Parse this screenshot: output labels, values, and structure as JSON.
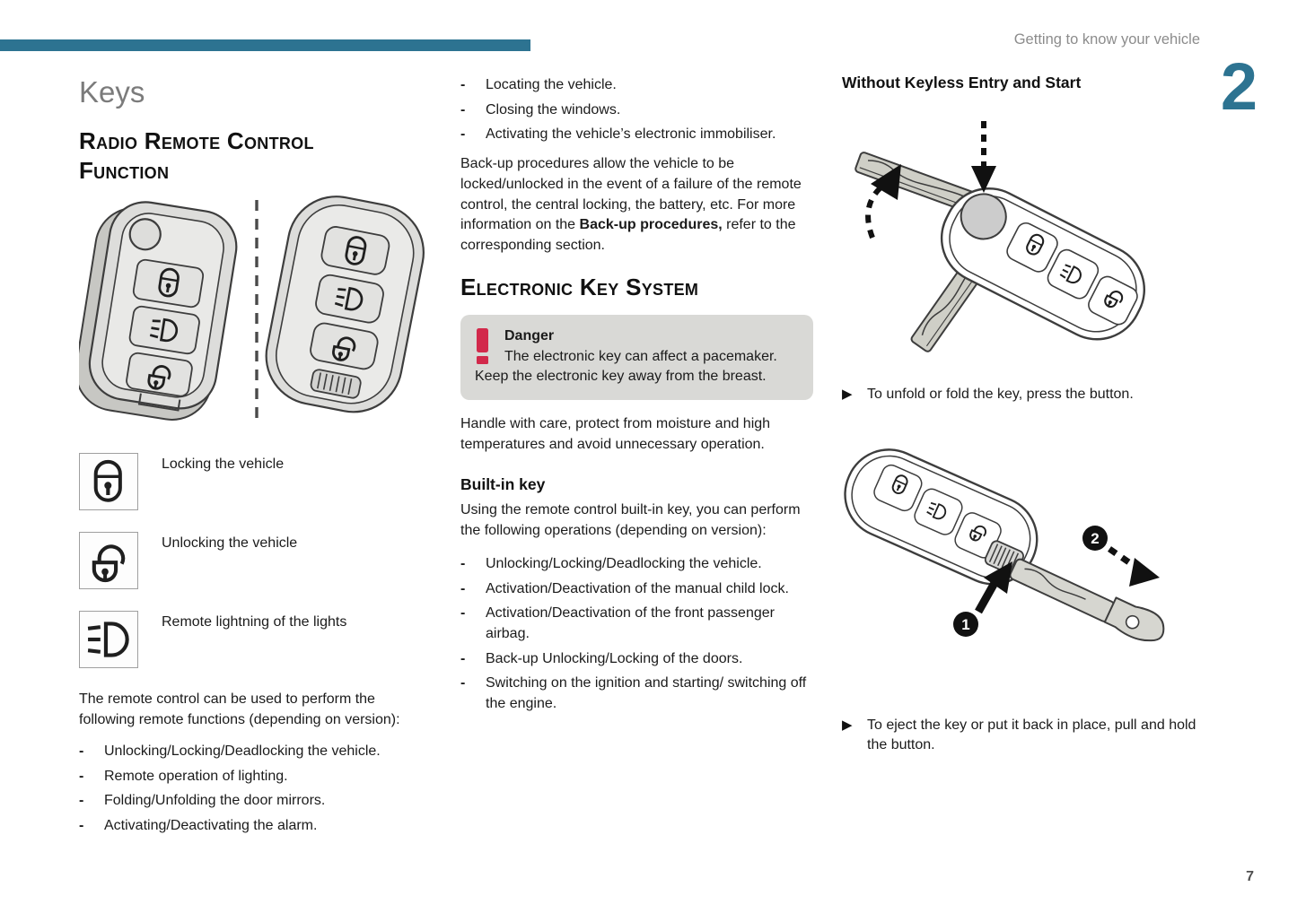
{
  "page": {
    "header": "Getting to know your vehicle",
    "chapter_number": "2",
    "page_number": "7"
  },
  "icons": {
    "bullet_dash": "-",
    "arrow_bullet": "▶"
  },
  "colors": {
    "accent_teal": "#2d7391",
    "danger_red": "#d2294b",
    "danger_box_gray": "#d9d9d6"
  },
  "left_column": {
    "title": "Keys",
    "section_heading": "Radio Remote Control Function",
    "icon_rows": [
      {
        "icon": "lock-closed-icon",
        "label": "Locking the vehicle"
      },
      {
        "icon": "lock-open-icon",
        "label": "Unlocking the vehicle"
      },
      {
        "icon": "headlight-icon",
        "label": "Remote lightning of the lights"
      }
    ],
    "intro": "The remote control can be used to perform the following remote functions (depending on version):",
    "bullets": [
      "Unlocking/Locking/Deadlocking the vehicle.",
      "Remote operation of lighting.",
      "Folding/Unfolding the door mirrors.",
      "Activating/Deactivating the alarm."
    ]
  },
  "middle_column": {
    "bullets_top": [
      "Locating the vehicle.",
      "Closing the windows.",
      "Activating the vehicle’s electronic immobiliser."
    ],
    "backup_paragraph": {
      "part1": "Back-up procedures allow the vehicle to be locked/unlocked in the event of a failure of the remote control, the central locking, the battery, etc. For more information on the ",
      "bold": "Back-up procedures,",
      "part2": " refer to the corresponding section."
    },
    "section_heading": "Electronic Key System",
    "danger_box": {
      "title": "Danger",
      "line1": "The electronic key can affect a pacemaker.",
      "line2": "Keep the electronic key away from the breast."
    },
    "handle_text": "Handle with care, protect from moisture and high temperatures and avoid unnecessary operation.",
    "subheading": "Built-in key",
    "builtin_intro": "Using the remote control built-in key, you can perform the following operations (depending on version):",
    "bullets": [
      "Unlocking/Locking/Deadlocking the vehicle.",
      "Activation/Deactivation of the manual child lock.",
      "Activation/Deactivation of the front passenger airbag.",
      "Back-up Unlocking/Locking of the doors.",
      "Switching on the ignition and starting/ switching off the engine."
    ]
  },
  "right_column": {
    "heading": "Without Keyless Entry and Start",
    "caption1": "To unfold or fold the key, press the button.",
    "caption2": "To eject the key or put it back in place, pull and hold the button.",
    "step_markers": [
      "1",
      "2"
    ]
  }
}
